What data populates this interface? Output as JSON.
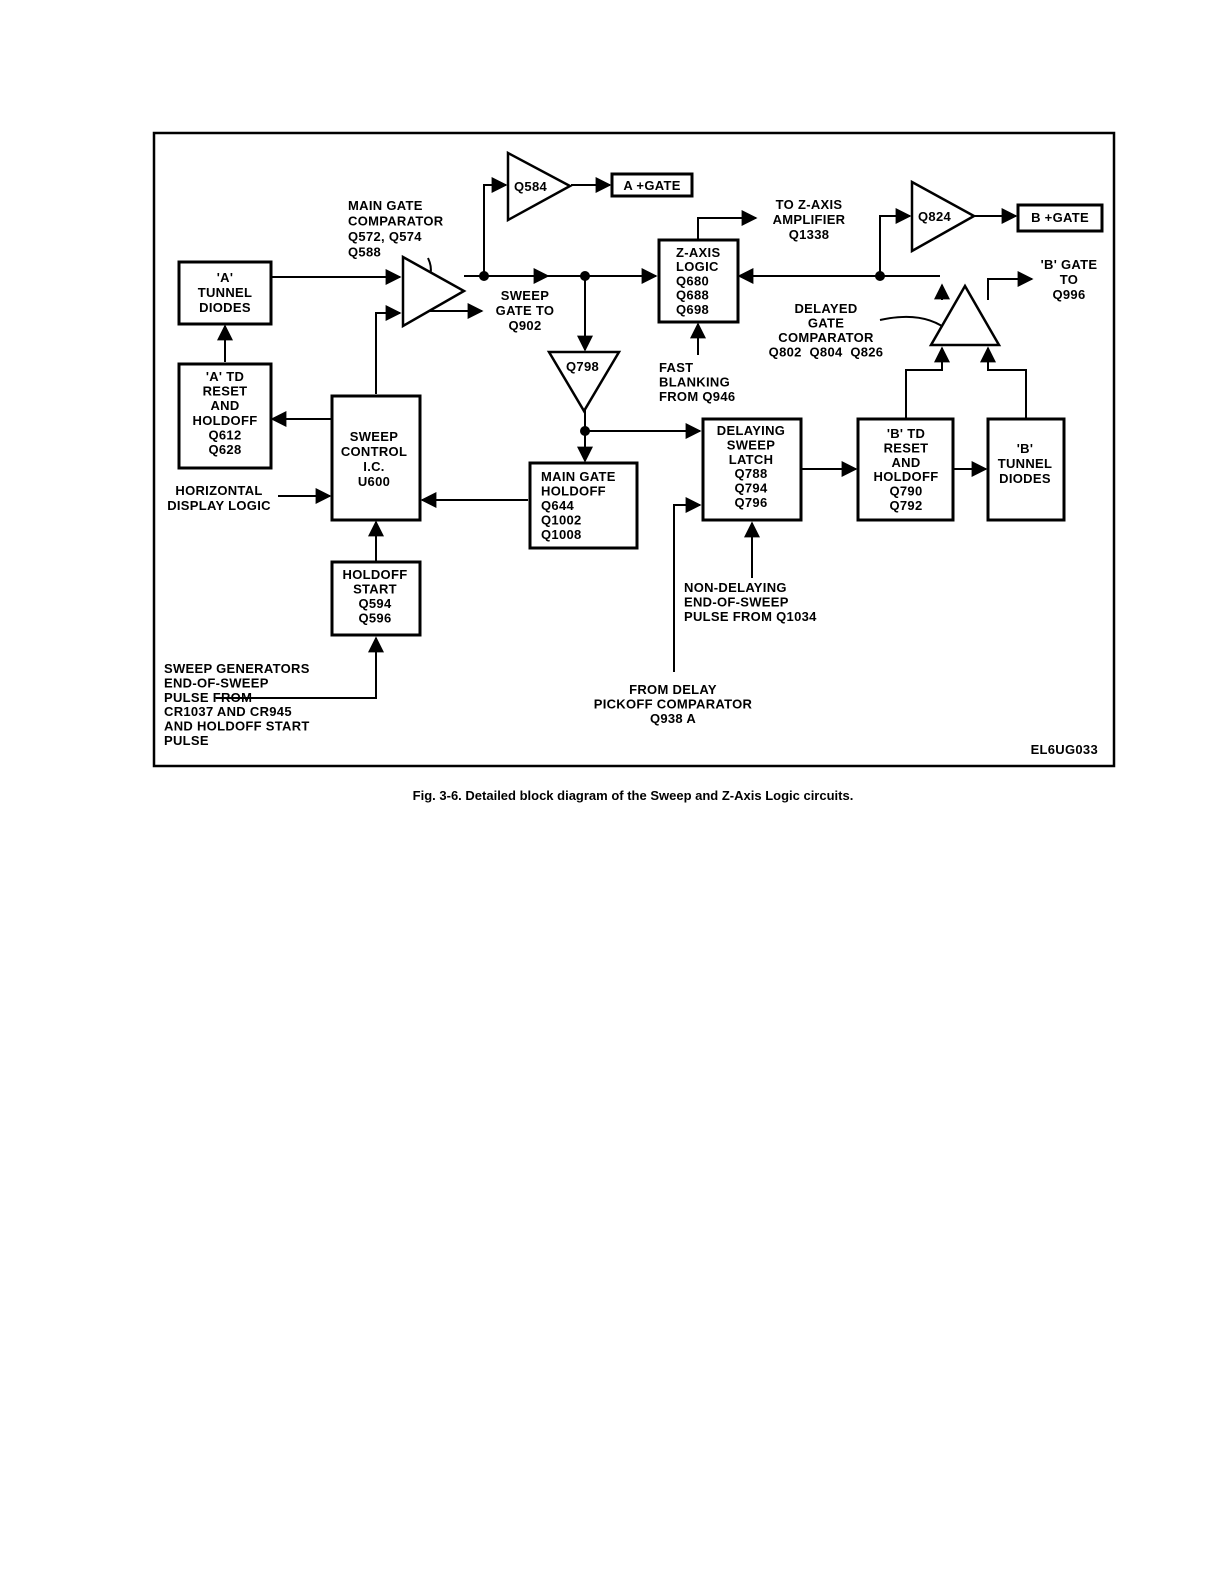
{
  "figure_id": "EL6UG033",
  "caption": "Fig. 3-6.  Detailed block diagram of the Sweep and Z-Axis Logic circuits.",
  "blocks": {
    "a_tunnel_diodes": [
      "'A'",
      "TUNNEL",
      "DIODES"
    ],
    "a_td_reset": [
      "'A' TD",
      "RESET",
      "AND",
      "HOLDOFF",
      "Q612",
      "Q628"
    ],
    "sweep_control": [
      "SWEEP",
      "CONTROL",
      "I.C.",
      "U600"
    ],
    "holdoff_start": [
      "HOLDOFF",
      "START",
      "Q594",
      "Q596"
    ],
    "main_gate_holdoff": [
      "MAIN GATE",
      "HOLDOFF",
      "Q644",
      "Q1002",
      "Q1008"
    ],
    "z_axis_logic": [
      "Z-AXIS",
      "LOGIC",
      "Q680",
      "Q688",
      "Q698"
    ],
    "delaying_sweep_latch": [
      "DELAYING",
      "SWEEP",
      "LATCH",
      "Q788",
      "Q794",
      "Q796"
    ],
    "b_td_reset": [
      "'B' TD",
      "RESET",
      "AND",
      "HOLDOFF",
      "Q790",
      "Q792"
    ],
    "b_tunnel_diodes": [
      "'B'",
      "TUNNEL",
      "DIODES"
    ],
    "a_gate": "A +GATE",
    "b_gate": "B +GATE"
  },
  "amplifiers": {
    "q584": "Q584",
    "q798": "Q798",
    "q824": "Q824"
  },
  "labels": {
    "main_gate_comparator": [
      "MAIN GATE",
      "COMPARATOR",
      "Q572, Q574",
      "Q588"
    ],
    "sweep_gate_to": [
      "SWEEP",
      "GATE TO",
      "Q902"
    ],
    "to_z_axis": [
      "TO Z-AXIS",
      "AMPLIFIER",
      "Q1338"
    ],
    "b_gate_to": [
      "'B' GATE",
      "TO",
      "Q996"
    ],
    "delayed_gate_comparator": [
      "DELAYED",
      "GATE",
      "COMPARATOR",
      "Q802  Q804  Q826"
    ],
    "fast_blanking": [
      "FAST",
      "BLANKING",
      "FROM Q946"
    ],
    "horizontal_display": [
      "HORIZONTAL",
      "DISPLAY LOGIC"
    ],
    "non_delaying": [
      "NON-DELAYING",
      "END-OF-SWEEP",
      "PULSE FROM Q1034"
    ],
    "from_delay_pickoff": [
      "FROM DELAY",
      "PICKOFF COMPARATOR",
      "Q938 A"
    ],
    "sweep_generators": [
      "SWEEP GENERATORS",
      "END-OF-SWEEP",
      "PULSE FROM",
      "CR1037 AND CR945",
      "AND HOLDOFF START",
      "PULSE"
    ]
  }
}
